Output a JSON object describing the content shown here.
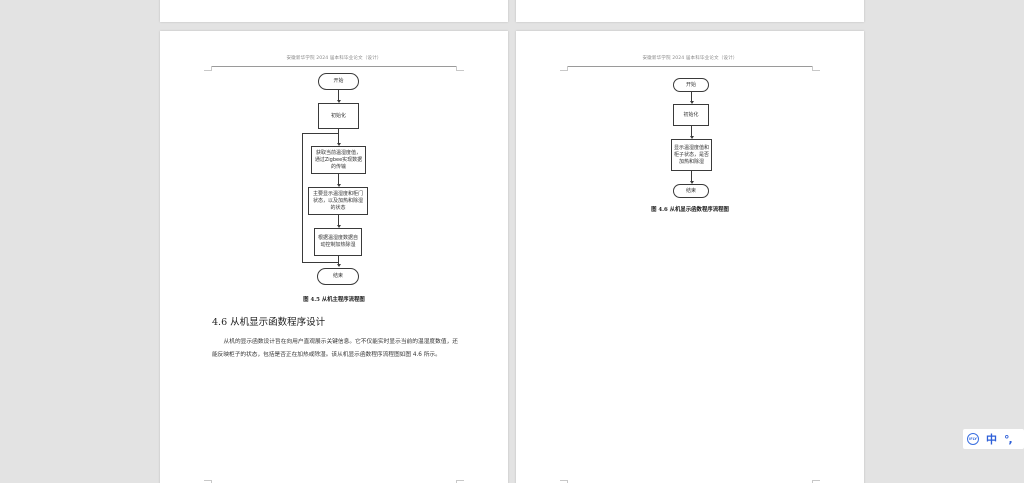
{
  "viewer": {
    "background_color": "#e3e3e3"
  },
  "pages": {
    "left": {
      "header": "安徽新华学院 2024 届本科毕业论文（设计）",
      "flowchart": {
        "start": "开始",
        "init": "初始化",
        "step1": "获取当前温湿度值，通过Zigbee实现数据的传输",
        "step2": "主要显示温湿度和柜门状态，以及加热和除湿的状态",
        "step3": "根据温湿度数据自动控制加热除湿",
        "end": "结束"
      },
      "caption": "图 4.5  从机主程序流程图",
      "section_title": "4.6  从机显示函数程序设计",
      "paragraph": "从机的显示函数设计旨在向用户直观展示关键信息。它不仅能实时显示当前的温湿度数值，还能反映柜子的状态，包括是否正在加热或除湿。该从机显示函数程序流程图如图 4.6 所示。"
    },
    "right": {
      "header": "安徽新华学院 2024 届本科毕业论文（设计）",
      "flowchart": {
        "start": "开始",
        "init": "初始化",
        "step1": "显示温湿度值和柜子状态，是否加热和除湿",
        "end": "结束"
      },
      "caption": "图 4.6  从机显示函数程序流程图"
    }
  },
  "ime_toolbar": {
    "logo": "iFLY",
    "mode": "中",
    "punctuation": "°,",
    "accent_color": "#2d5fd8"
  }
}
